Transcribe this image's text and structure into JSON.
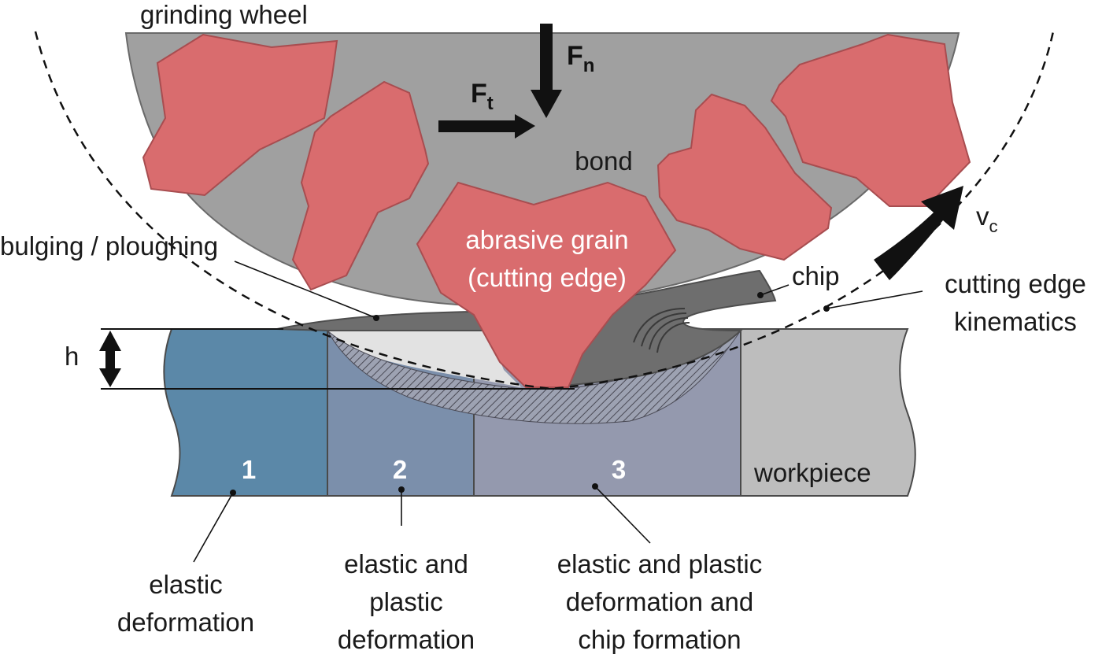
{
  "labels": {
    "grinding_wheel": "grinding wheel",
    "bond": "bond",
    "grain_line1": "abrasive grain",
    "grain_line2": "(cutting edge)",
    "bulging": "bulging / ploughing",
    "chip": "chip",
    "kinematics_line1": "cutting edge",
    "kinematics_line2": "kinematics",
    "h": "h",
    "workpiece": "workpiece",
    "vc_main": "v",
    "vc_sub": "c",
    "ft_main": "F",
    "ft_sub": "t",
    "fn_main": "F",
    "fn_sub": "n"
  },
  "zones": [
    {
      "number": "1",
      "color": "#5b88a8",
      "caption": [
        "elastic",
        "deformation"
      ]
    },
    {
      "number": "2",
      "color": "#7b8fab",
      "caption": [
        "elastic and",
        "plastic",
        "deformation"
      ]
    },
    {
      "number": "3",
      "color": "#9499ae",
      "caption": [
        "elastic and plastic",
        "deformation and",
        "chip formation"
      ]
    }
  ],
  "colors": {
    "wheel": "#a0a0a0",
    "grain": "#d96c6e",
    "chip": "#6e6e6e",
    "workpiece": "#bdbdbd",
    "deformed_layer": "#e0e0e0"
  }
}
